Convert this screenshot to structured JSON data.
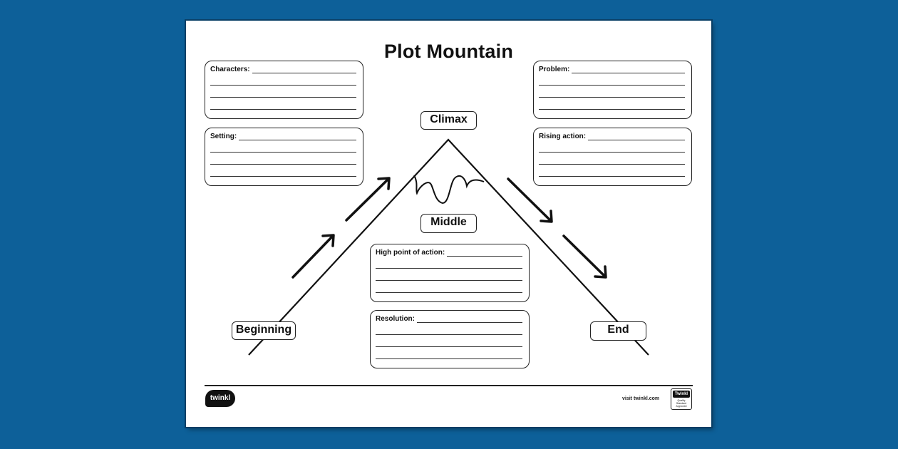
{
  "title": "Plot Mountain",
  "boxes": {
    "characters": "Characters:",
    "setting": "Setting:",
    "problem": "Problem:",
    "rising_action": "Rising action:",
    "high_point": "High point of action:",
    "resolution": "Resolution:"
  },
  "tags": {
    "climax": "Climax",
    "middle": "Middle",
    "beginning": "Beginning",
    "end": "End"
  },
  "footer": {
    "logo_text": "twinkl",
    "visit_text": "visit twinkl.com",
    "badge_title": "Twinkl",
    "badge_sub": "Quality Standard Approved"
  },
  "colors": {
    "background": "#0d6099",
    "sheet": "#ffffff",
    "ink": "#111111"
  }
}
